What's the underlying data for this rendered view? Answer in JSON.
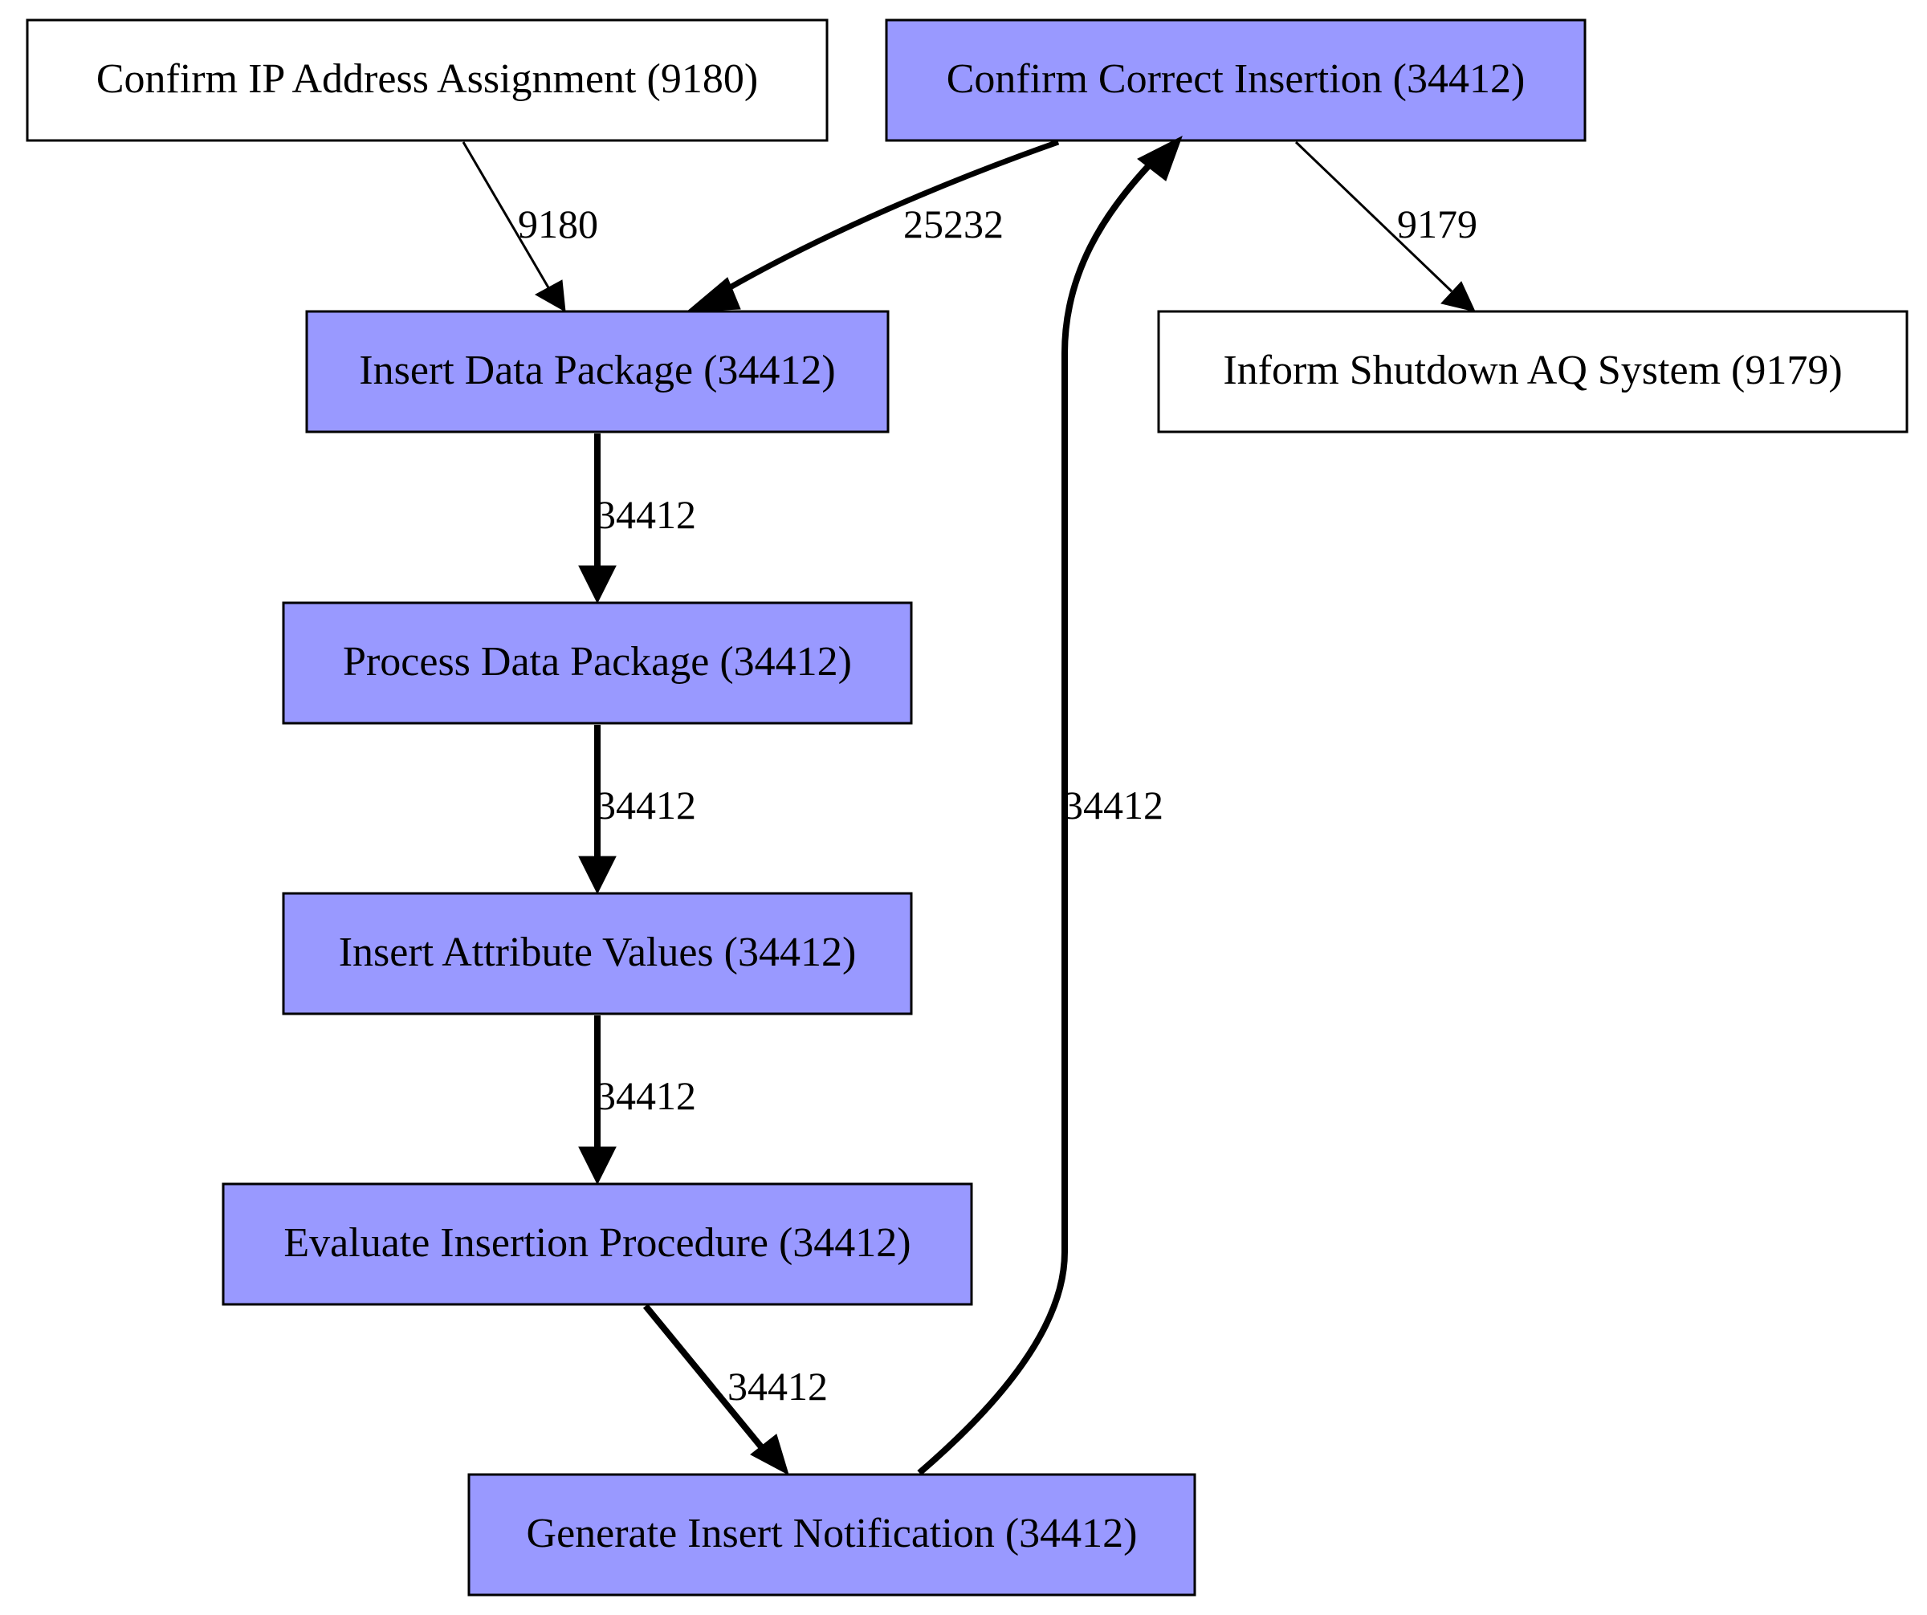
{
  "diagram": {
    "nodes": [
      {
        "id": "confirm-ip",
        "label": "Confirm IP Address Assignment (9180)",
        "highlighted": false
      },
      {
        "id": "confirm-correct",
        "label": "Confirm Correct Insertion (34412)",
        "highlighted": true
      },
      {
        "id": "insert-data",
        "label": "Insert Data Package (34412)",
        "highlighted": true
      },
      {
        "id": "inform-shutdown",
        "label": "Inform Shutdown AQ System (9179)",
        "highlighted": false
      },
      {
        "id": "process-data",
        "label": "Process Data Package (34412)",
        "highlighted": true
      },
      {
        "id": "insert-attr",
        "label": "Insert Attribute Values (34412)",
        "highlighted": true
      },
      {
        "id": "evaluate",
        "label": "Evaluate Insertion Procedure (34412)",
        "highlighted": true
      },
      {
        "id": "generate",
        "label": "Generate Insert Notification (34412)",
        "highlighted": true
      }
    ],
    "edges": [
      {
        "from": "confirm-ip",
        "to": "insert-data",
        "label": "9180"
      },
      {
        "from": "confirm-correct",
        "to": "insert-data",
        "label": "25232"
      },
      {
        "from": "confirm-correct",
        "to": "inform-shutdown",
        "label": "9179"
      },
      {
        "from": "insert-data",
        "to": "process-data",
        "label": "34412"
      },
      {
        "from": "process-data",
        "to": "insert-attr",
        "label": "34412"
      },
      {
        "from": "insert-attr",
        "to": "evaluate",
        "label": "34412"
      },
      {
        "from": "evaluate",
        "to": "generate",
        "label": "34412"
      },
      {
        "from": "generate",
        "to": "confirm-correct",
        "label": "34412"
      }
    ],
    "colors": {
      "highlight_fill": "#9999ff",
      "plain_fill": "#ffffff",
      "stroke": "#000000"
    }
  }
}
